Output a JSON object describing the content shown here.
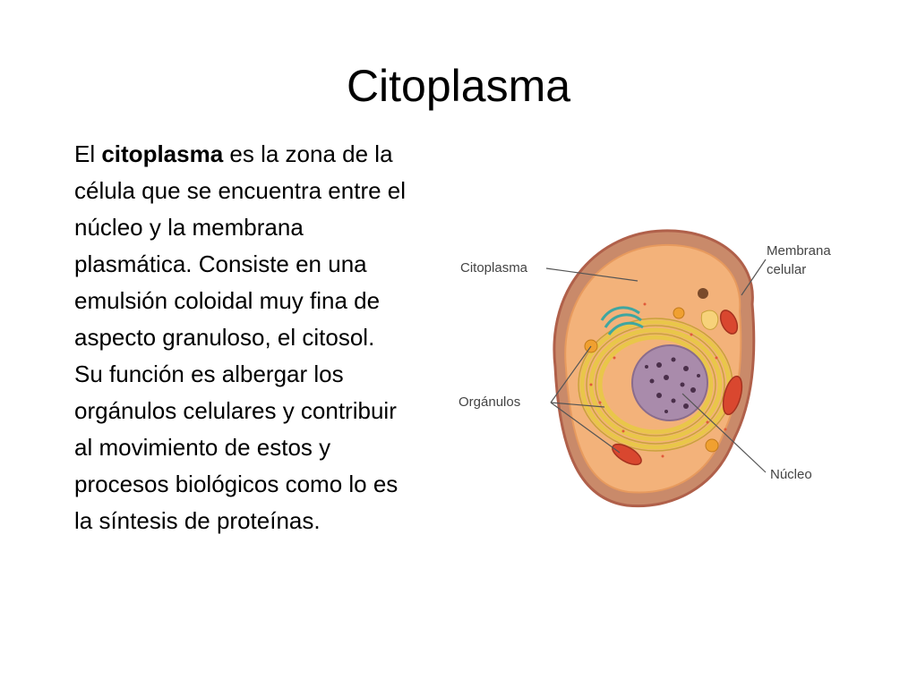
{
  "slide": {
    "title": "Citoplasma",
    "paragraph1": {
      "prefix": "El ",
      "bold": "citoplasma",
      "rest": " es la zona de la célula que se encuentra entre el núcleo y la membrana plasmática.  Consiste en una emulsión coloidal muy fina de aspecto granuloso, el citosol."
    },
    "paragraph2": "Su función es albergar los orgánulos celulares y contribuir al movimiento de estos y procesos biológicos como lo es la síntesis de proteínas."
  },
  "figure": {
    "labels": {
      "citoplasma": "Citoplasma",
      "membrana_line1": "Membrana",
      "membrana_line2": "celular",
      "organulos": "Orgánulos",
      "nucleo": "Núcleo"
    },
    "colors": {
      "membrane_outer": "#c98a6a",
      "membrane_inner": "#b0604a",
      "cytoplasm": "#f3b27a",
      "er": "#e9c64a",
      "nucleus": "#a98bab",
      "nucleolus_dots": "#4a2f4a",
      "mitochondria": "#d9472f",
      "organelle_orange": "#f0a030",
      "golgi": "#3fa6a0"
    }
  }
}
